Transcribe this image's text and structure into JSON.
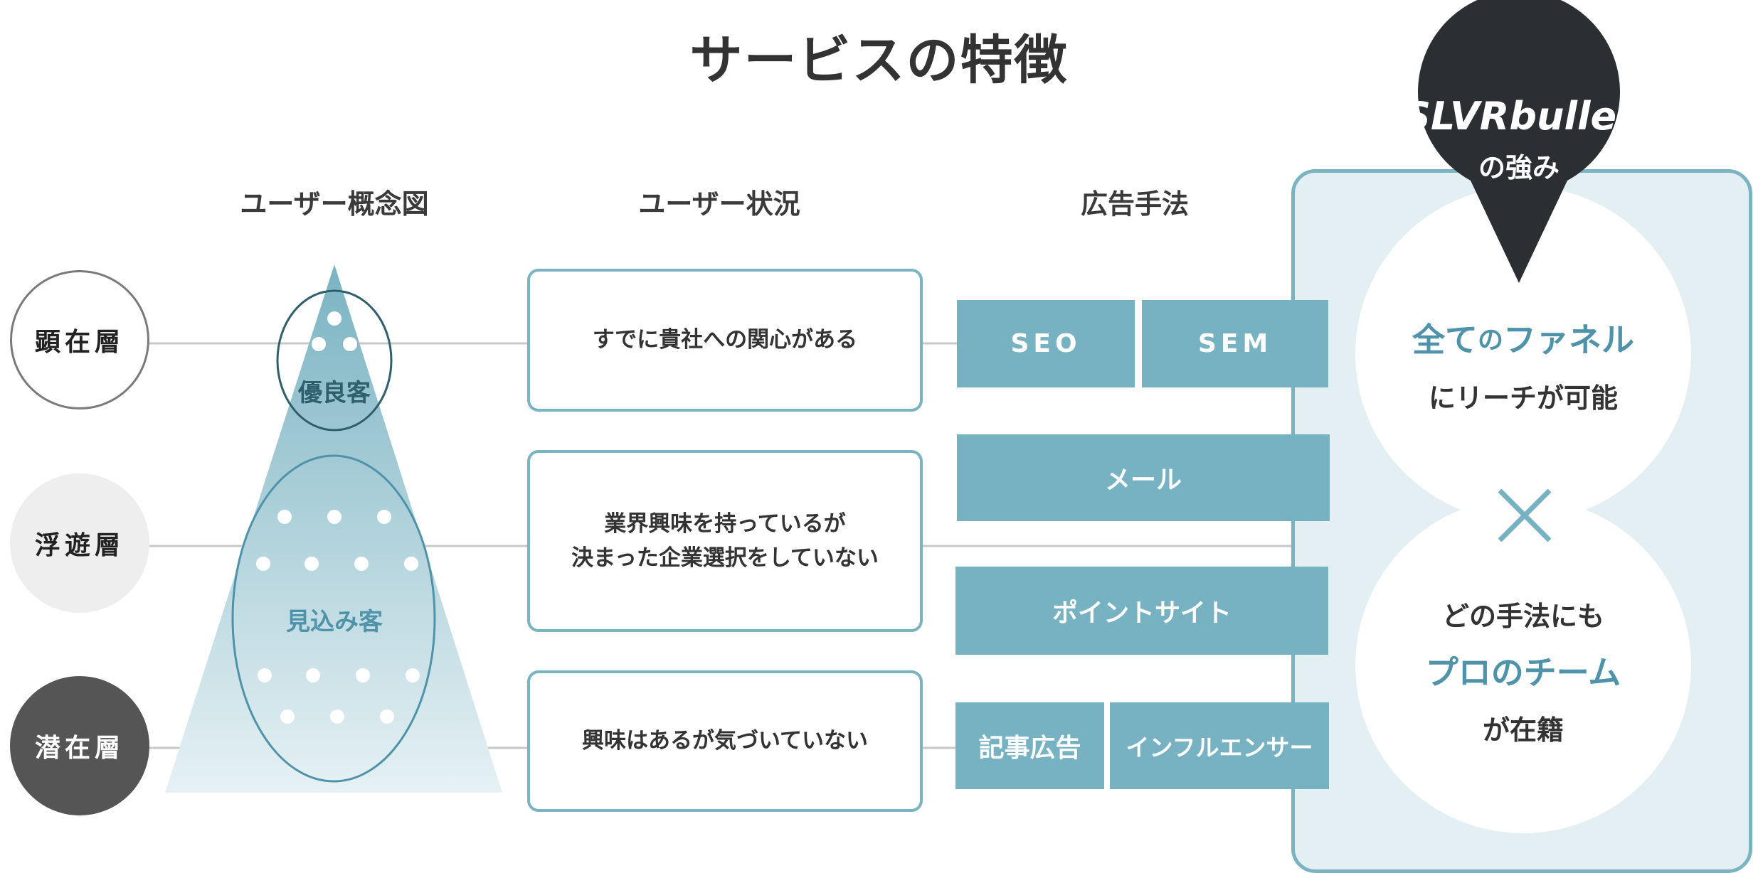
{
  "title": "サービスの特徴",
  "columns": {
    "concept": "ユーザー概念図",
    "status": "ユーザー状況",
    "ads": "広告手法"
  },
  "layers": [
    {
      "label": "顕在層"
    },
    {
      "label": "浮遊層"
    },
    {
      "label": "潜在層"
    }
  ],
  "funnel": {
    "good_customer": "優良客",
    "prospect": "見込み客"
  },
  "statuses": [
    "すでに貴社への関心がある",
    "業界興味を持っているが\n決まった企業選択をしていない",
    "興味はあるが気づいていない"
  ],
  "ads": {
    "seo": "SEO",
    "sem": "SEM",
    "mail": "メール",
    "point_site": "ポイントサイト",
    "article": "記事広告",
    "influencer": "インフルエンサー"
  },
  "strength": {
    "brand": "SLVRbullet",
    "suffix": "の強み",
    "c1_highlight_a": "全て",
    "c1_small": "の",
    "c1_highlight_b": "ファネル",
    "c1_line2": "にリーチが可能",
    "cross": "×",
    "c2_line1": "どの手法にも",
    "c2_highlight": "プロのチーム",
    "c2_line3": "が在籍"
  },
  "colors": {
    "accent": "#77b2c3",
    "accent_text": "#4f93aa",
    "dark": "#2b2f33",
    "panel_bg": "#e3eff3"
  }
}
